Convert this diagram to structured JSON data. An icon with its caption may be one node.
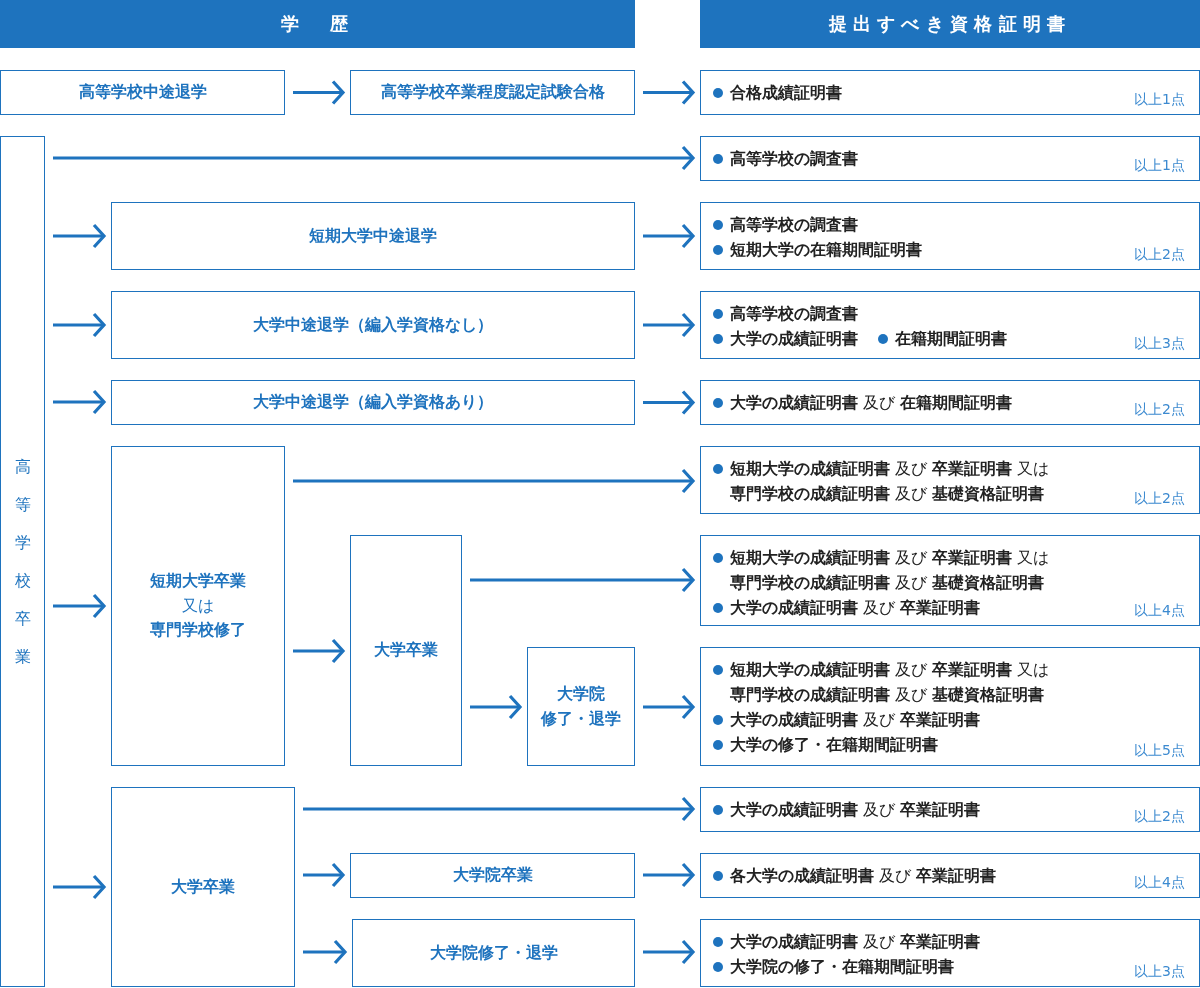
{
  "diagram": {
    "nodes": [
      {
        "text": [
          "学　歴"
        ]
      },
      {
        "text": [
          "提出すべき資格証明書"
        ]
      },
      {
        "text": [
          "高等学校中途退学"
        ]
      },
      {
        "text": [
          "高等学校卒業程度認定試験合格"
        ]
      },
      {
        "text": [
          "合格成績証明書",
          "以上1点"
        ]
      },
      {
        "text": [
          "高等学校卒業"
        ]
      },
      {
        "text": [
          "高等学校の調査書",
          "以上1点"
        ]
      },
      {
        "text": [
          "短期大学中途退学"
        ]
      },
      {
        "text": [
          "高等学校の調査書",
          "短期大学の在籍期間証明書",
          "以上2点"
        ]
      },
      {
        "text": [
          "大学中途退学（編入学資格なし）"
        ]
      },
      {
        "text": [
          "高等学校の調査書",
          "大学の成績証明書",
          "在籍期間証明書",
          "以上3点"
        ]
      },
      {
        "text": [
          "大学中途退学（編入学資格あり）"
        ]
      },
      {
        "text": [
          "**大学の成績証明書** 及び **在籍期間証明書**",
          "以上2点"
        ]
      },
      {
        "text": [
          "短期大学卒業",
          "又は",
          "専門学校修了"
        ]
      },
      {
        "text": [
          "**短期大学の成績証明書** 及び **卒業証明書** 又は**専門学校の成績証明書** 及び **基礎資格証明書**",
          "以上2点"
        ]
      },
      {
        "text": [
          "大学卒業"
        ]
      },
      {
        "text": [
          "**短期大学の成績証明書** 及び **卒業証明書** 又は**専門学校の成績証明書** 及び **基礎資格証明書**",
          "**大学の成績証明書** 及び **卒業証明書**",
          "以上4点"
        ]
      },
      {
        "text": [
          "大学院",
          "修了・退学"
        ]
      },
      {
        "text": [
          "**短期大学の成績証明書** 及び **卒業証明書** 又は**専門学校の成績証明書** 及び **基礎資格証明書**",
          "**大学の成績証明書** 及び **卒業証明書**",
          "大学の修了・在籍期間証明書",
          "以上5点"
        ]
      },
      {
        "text": [
          "大学卒業"
        ]
      },
      {
        "text": [
          "**大学の成績証明書** 及び **卒業証明書**",
          "以上2点"
        ]
      },
      {
        "text": [
          "大学院卒業"
        ]
      },
      {
        "text": [
          "**各大学の成績証明書** 及び **卒業証明書**",
          "以上4点"
        ]
      },
      {
        "text": [
          "大学院修了・退学"
        ]
      },
      {
        "text": [
          "**大学の成績証明書** 及び **卒業証明書**",
          "大学院の修了・在籍期間証明書",
          "以上3点"
        ]
      }
    ],
    "edges": [
      {
        "from": 2,
        "to": 3,
        "arrow": "to"
      },
      {
        "from": 3,
        "to": 4,
        "arrow": "to"
      },
      {
        "from": 5,
        "to": 6,
        "arrow": "to"
      },
      {
        "from": 5,
        "to": 7,
        "arrow": "to"
      },
      {
        "from": 7,
        "to": 8,
        "arrow": "to"
      },
      {
        "from": 5,
        "to": 9,
        "arrow": "to"
      },
      {
        "from": 9,
        "to": 10,
        "arrow": "to"
      },
      {
        "from": 5,
        "to": 11,
        "arrow": "to"
      },
      {
        "from": 11,
        "to": 12,
        "arrow": "to"
      },
      {
        "from": 5,
        "to": 13,
        "arrow": "to"
      },
      {
        "from": 13,
        "to": 14,
        "arrow": "to"
      },
      {
        "from": 13,
        "to": 15,
        "arrow": "to"
      },
      {
        "from": 15,
        "to": 16,
        "arrow": "to"
      },
      {
        "from": 15,
        "to": 17,
        "arrow": "to"
      },
      {
        "from": 17,
        "to": 18,
        "arrow": "to"
      },
      {
        "from": 5,
        "to": 19,
        "arrow": "to"
      },
      {
        "from": 19,
        "to": 20,
        "arrow": "to"
      },
      {
        "from": 19,
        "to": 21,
        "arrow": "to"
      },
      {
        "from": 21,
        "to": 22,
        "arrow": "to"
      },
      {
        "from": 19,
        "to": 23,
        "arrow": "to"
      },
      {
        "from": 23,
        "to": 24,
        "arrow": "to"
      }
    ]
  }
}
